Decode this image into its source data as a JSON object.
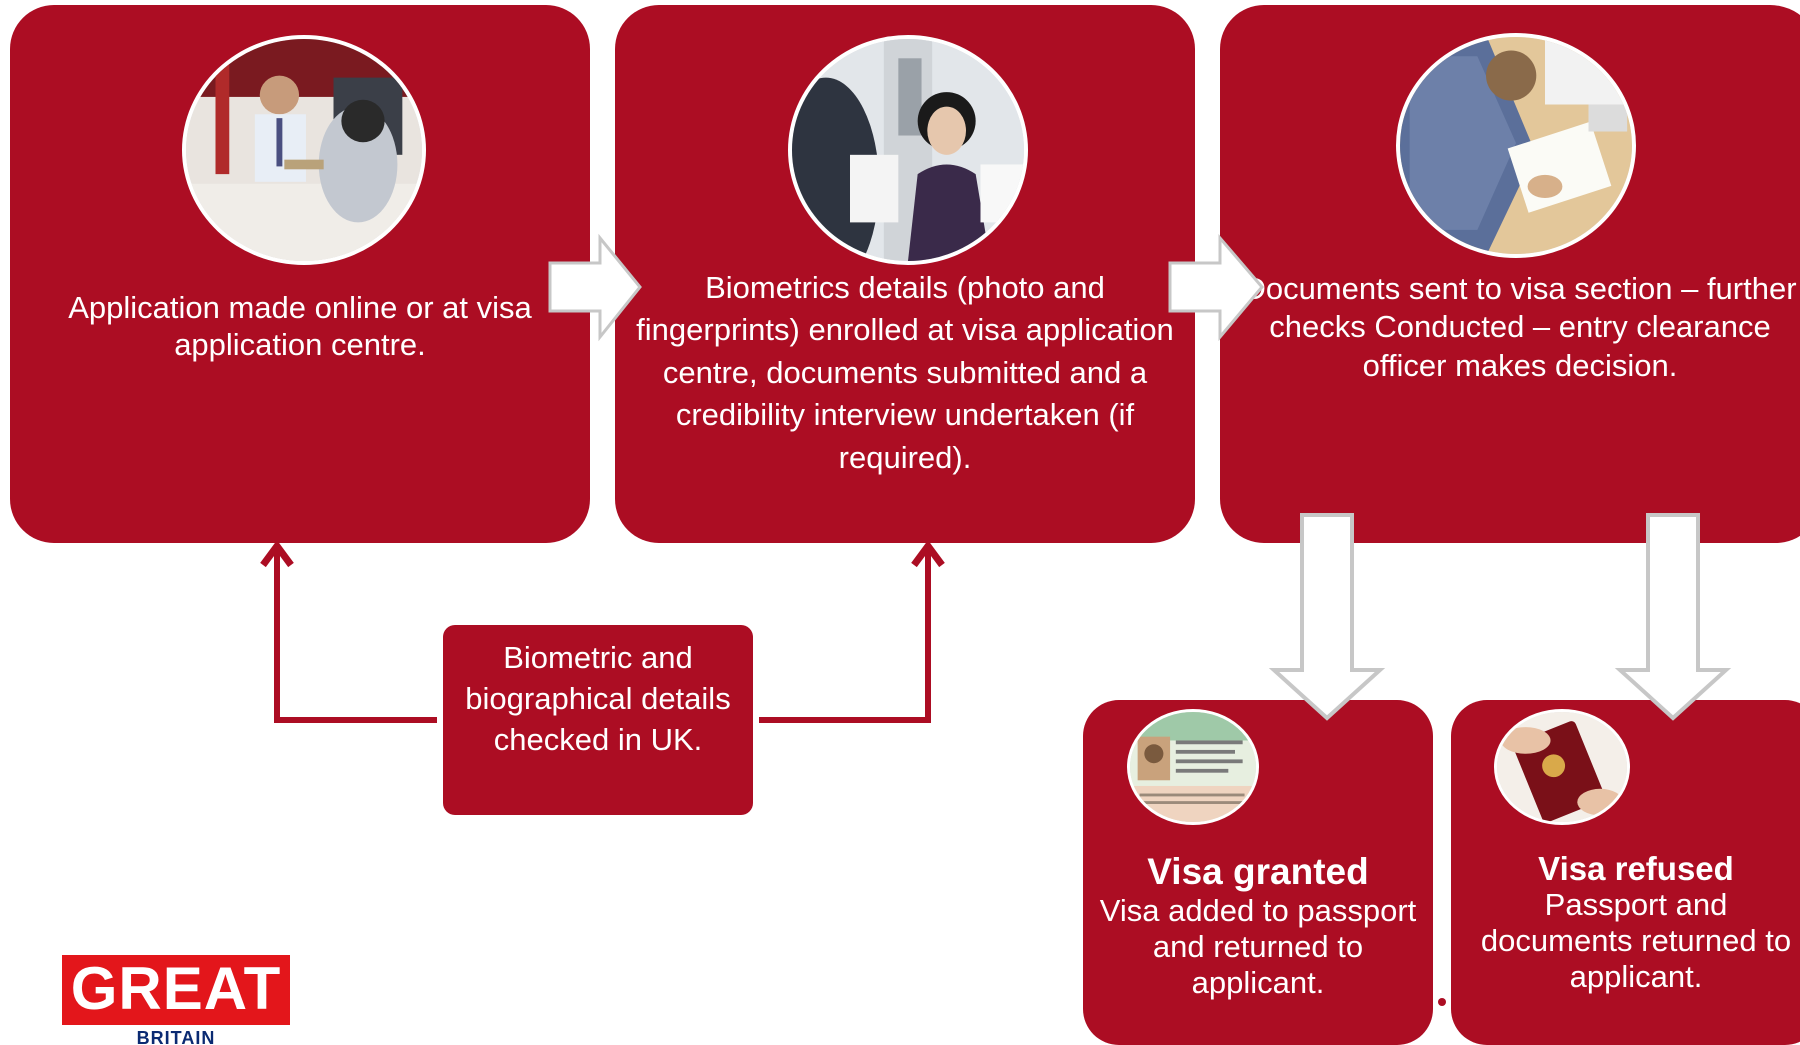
{
  "steps": {
    "application": {
      "text": "Application made online or at visa application centre.",
      "photo_icon": "visa-counter-photo"
    },
    "biometrics": {
      "text": "Biometrics details (photo and fingerprints) enrolled at visa application centre, documents submitted and a credibility interview undertaken (if required).",
      "photo_icon": "biometrics-enrolment-photo"
    },
    "decision": {
      "text": "Documents sent to visa section – further checks Conducted – entry clearance officer makes decision.",
      "photo_icon": "officer-reviewing-photo"
    },
    "uk_check": {
      "text": "Biometric and biographical details checked in UK."
    },
    "granted": {
      "title": "Visa granted",
      "text": "Visa added to passport and returned to applicant.",
      "photo_icon": "visa-vignette-photo"
    },
    "refused": {
      "title": "Visa refused",
      "text": "Passport and documents returned to applicant.",
      "photo_icon": "passport-photo"
    }
  },
  "logo": {
    "main": "GREAT",
    "sub": "BRITAIN"
  },
  "colors": {
    "box": "#ac0d23",
    "connector": "#ac0d23",
    "arrow_fill": "#ffffff",
    "arrow_stroke": "#c7c7c7",
    "logo_red": "#e3161b",
    "logo_navy": "#0a2a72"
  }
}
